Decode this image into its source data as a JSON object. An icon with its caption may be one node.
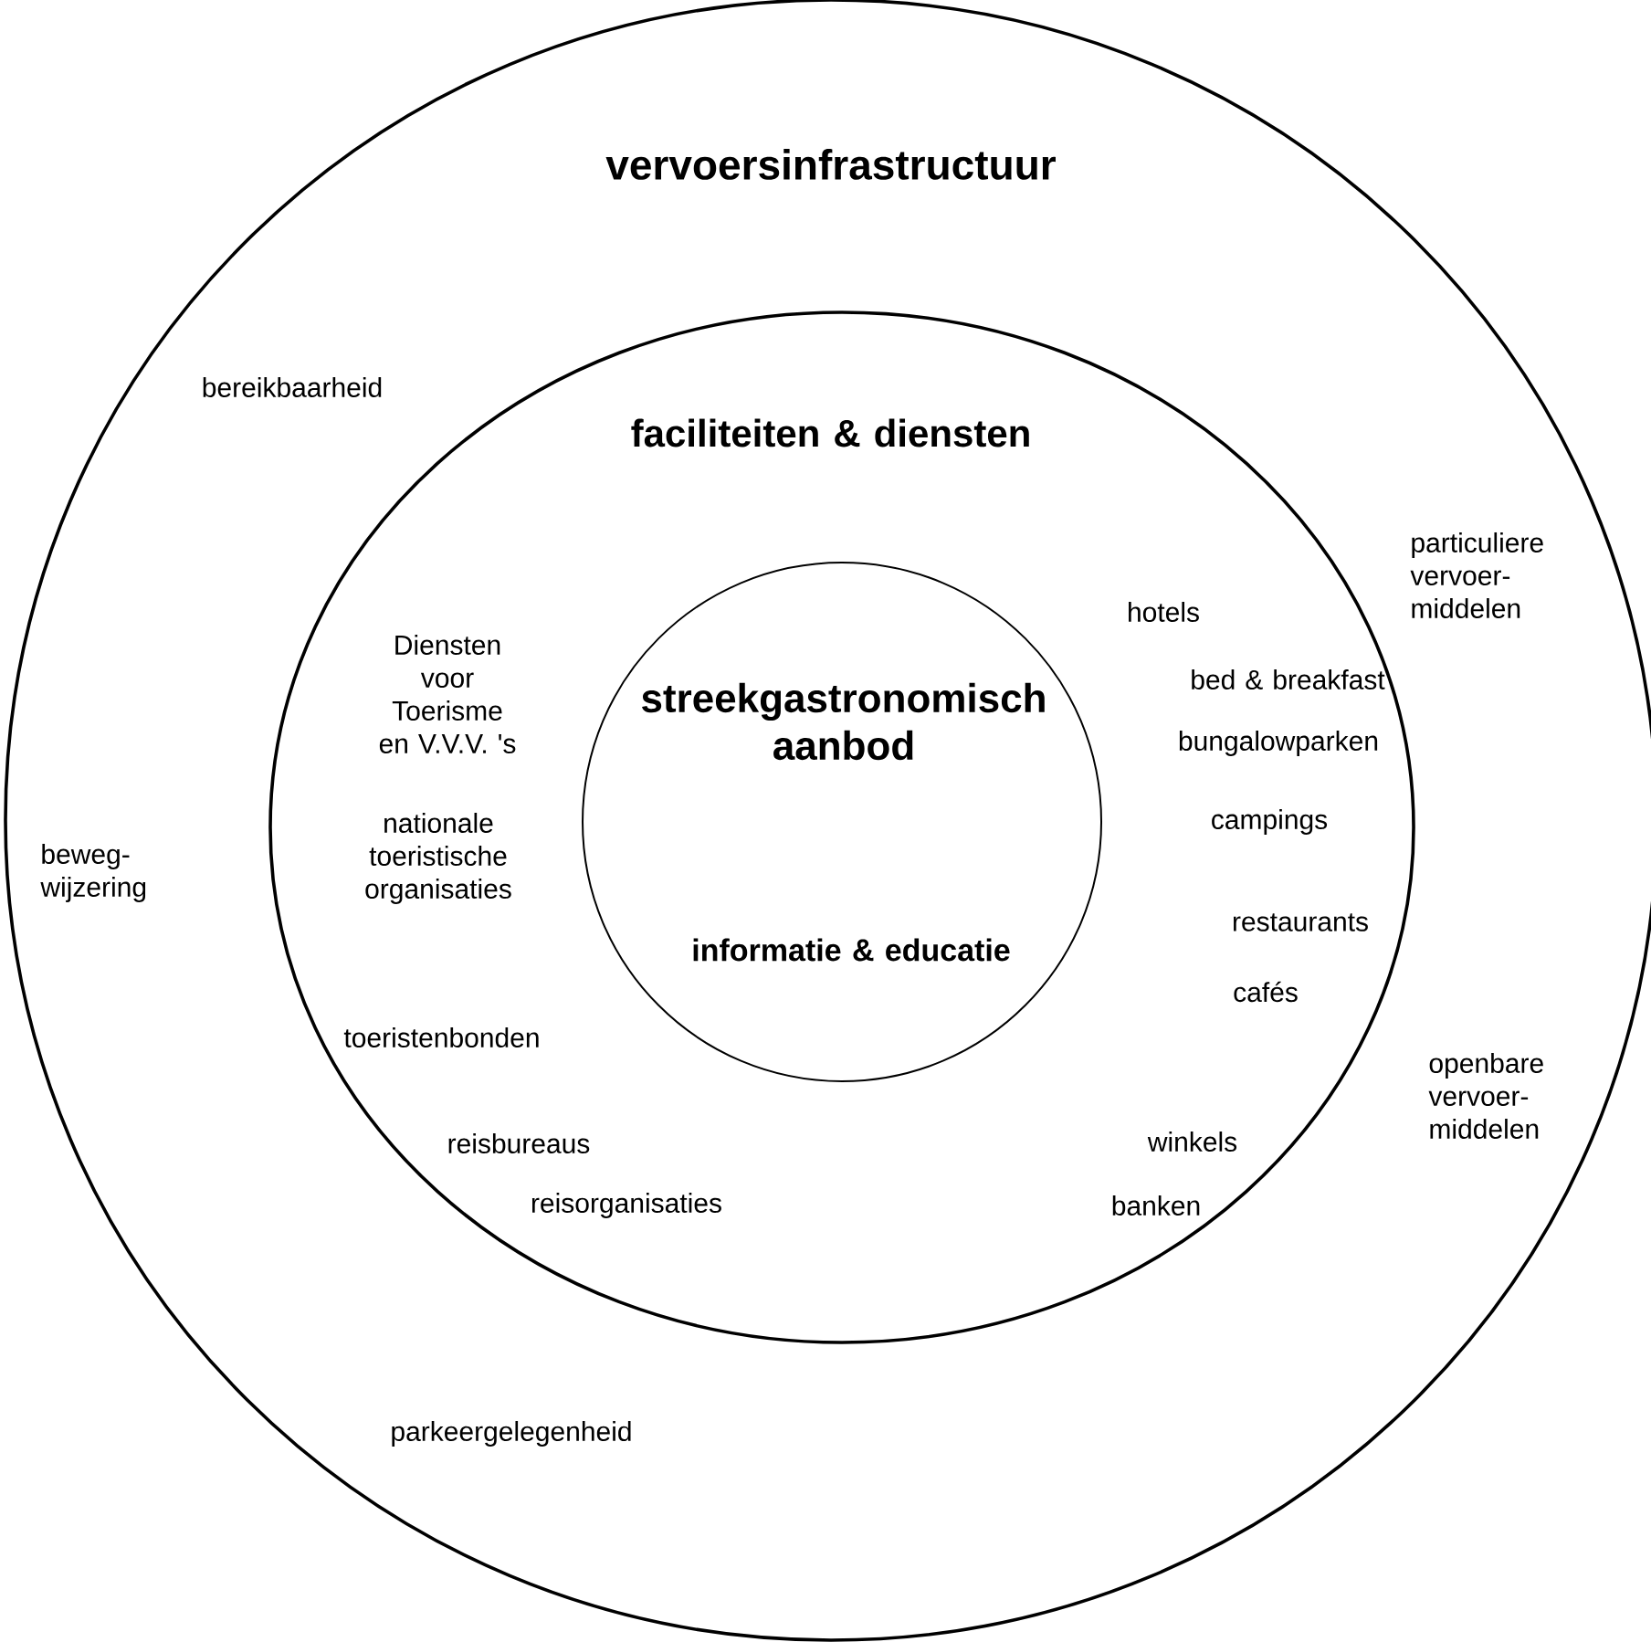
{
  "diagram": {
    "nodes": [
      {
        "text": [
          "vervoersinfrastructuur",
          "bereikbaarheid",
          "beweg-wijzering",
          "parkeergelegenheid",
          "particuliere vervoer-middelen",
          "openbare vervoer-middelen"
        ]
      },
      {
        "text": [
          "faciliteiten & diensten",
          "Diensten voor Toerisme en V.V.V. 's",
          "nationale toeristische organisaties",
          "toeristenbonden",
          "reisbureaus",
          "reisorganisaties",
          "hotels",
          "bed & breakfast",
          "bungalowparken",
          "campings",
          "restaurants",
          "cafés",
          "winkels",
          "banken"
        ],
        "in": 0
      },
      {
        "text": [
          "streekgastronomisch aanbod",
          "informatie & educatie"
        ],
        "in": 1
      }
    ]
  }
}
